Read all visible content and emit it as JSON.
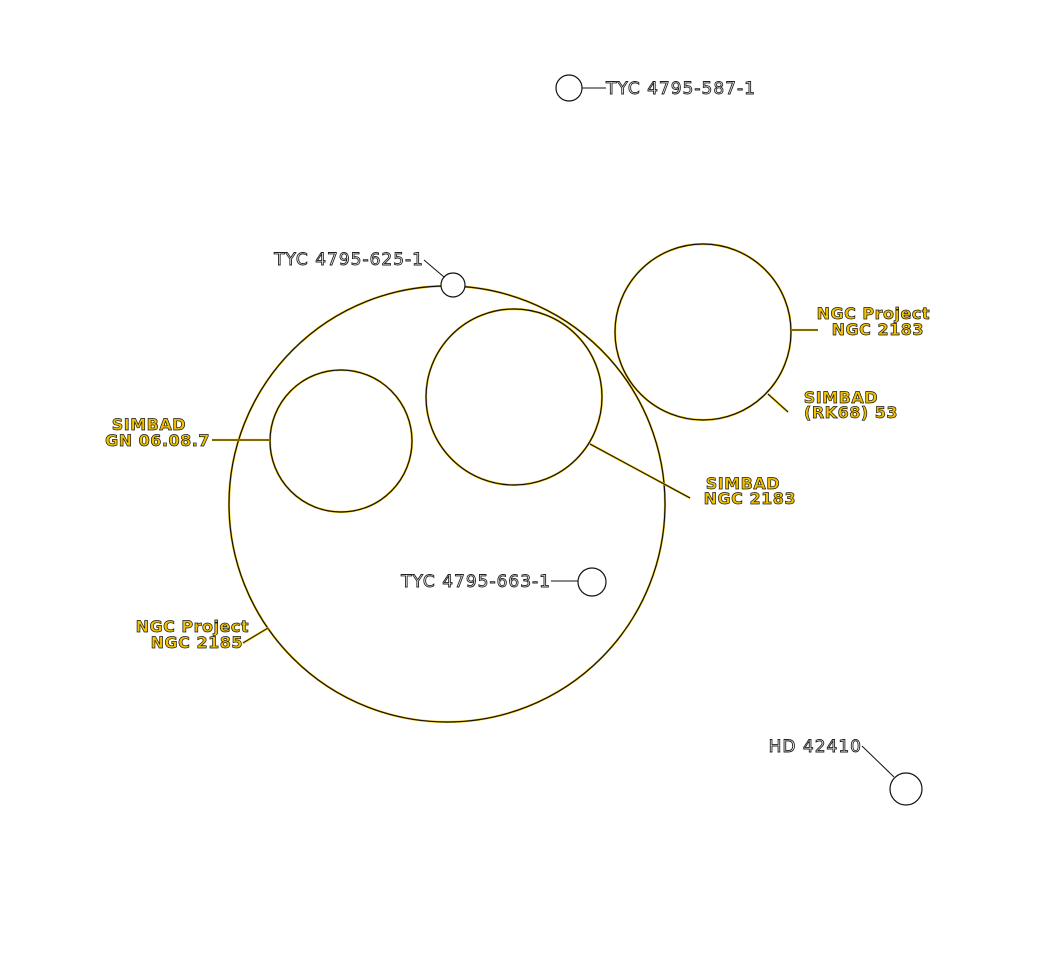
{
  "stars": [
    {
      "id": "tyc-587",
      "label": "TYC 4795-587-1"
    },
    {
      "id": "tyc-625",
      "label": "TYC 4795-625-1"
    },
    {
      "id": "tyc-663",
      "label": "TYC 4795-663-1"
    },
    {
      "id": "hd-42410",
      "label": "HD 42410"
    }
  ],
  "objects": [
    {
      "id": "ngc2185",
      "source": "NGC Project",
      "name": "NGC 2185"
    },
    {
      "id": "gn",
      "source": "SIMBAD",
      "name": "GN 06.08.7"
    },
    {
      "id": "ngc2183-simbad",
      "source": "SIMBAD",
      "name": "NGC 2183"
    },
    {
      "id": "ngc2183-ngc",
      "source": "NGC Project",
      "name": "NGC 2183"
    },
    {
      "id": "rk68",
      "source": "SIMBAD",
      "name": "(RK68) 53"
    }
  ],
  "colors": {
    "object": "#f2c200",
    "outline": "#111111",
    "background": "#ffffff"
  }
}
